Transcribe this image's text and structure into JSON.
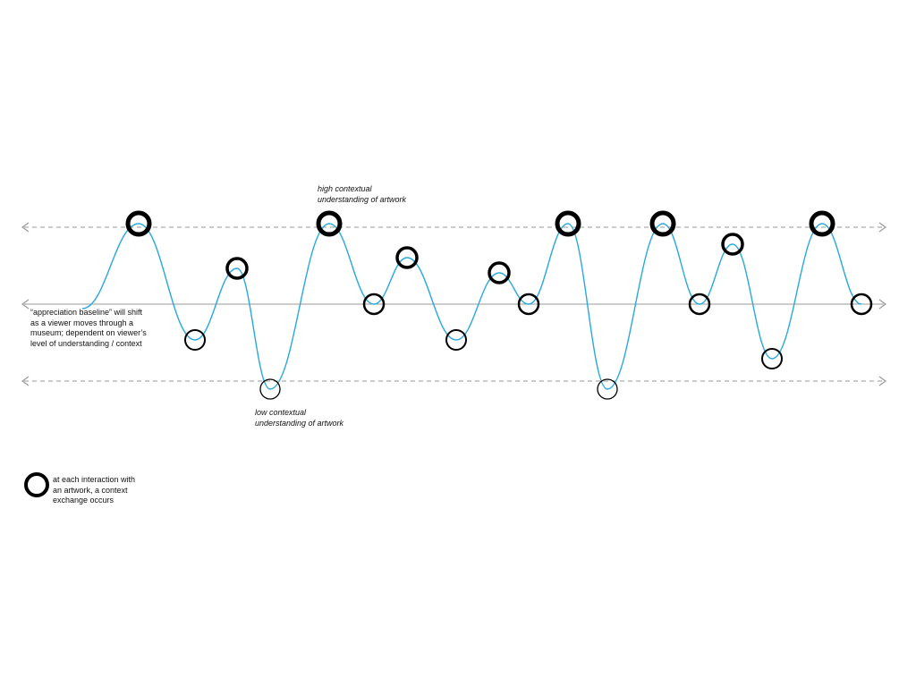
{
  "annotations": {
    "high": "high contextual\nunderstanding of artwork",
    "low": "low contextual\nunderstanding of artwork",
    "baseline": "“appreciation baseline” will shift\nas a viewer moves through a\nmuseum; dependent on viewer’s\nlevel of understanding  / context"
  },
  "legend": {
    "text": "at each interaction with\nan artwork, a context\nexchange occurs",
    "icon": "interaction-circle-icon"
  },
  "colors": {
    "curve": "#29a8e0",
    "baseline": "#9a9a9a",
    "bound_lines": "#999999",
    "circle": "#000000",
    "background": "#ffffff"
  },
  "diagram": {
    "levels": [
      "high",
      "baseline",
      "low"
    ],
    "interactions": [
      "high",
      "below",
      "above",
      "low",
      "high",
      "near",
      "above",
      "below",
      "above",
      "near",
      "high",
      "low",
      "high",
      "near",
      "above",
      "below",
      "high",
      "near"
    ]
  }
}
